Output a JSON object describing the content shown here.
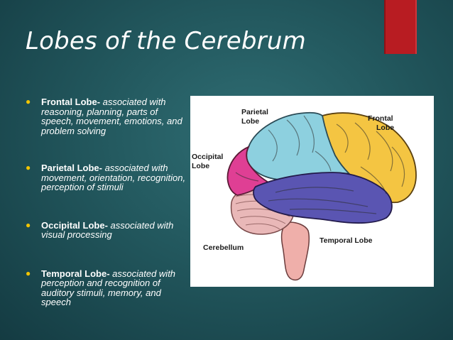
{
  "slide": {
    "title": "Lobes of the Cerebrum",
    "accent_color": "#b81c22",
    "bullet_color": "#f2c400",
    "bullets": [
      {
        "term": "Frontal Lobe-",
        "description": " associated with reasoning, planning, parts of speech, movement, emotions, and problem solving"
      },
      {
        "term": "Parietal Lobe-",
        "description": " associated with movement, orientation, recognition, perception of stimuli"
      },
      {
        "term": "Occipital Lobe-",
        "description": " associated with visual processing"
      },
      {
        "term": "Temporal Lobe-",
        "description": " associated with perception and recognition of auditory stimuli, memory, and speech"
      }
    ]
  },
  "diagram": {
    "labels": {
      "parietal_line1": "Parietal",
      "parietal_line2": "Lobe",
      "frontal_line1": "Frontal",
      "frontal_line2": "Lobe",
      "occipital_line1": "Occipital",
      "occipital_line2": "Lobe",
      "temporal": "Temporal Lobe",
      "cerebellum": "Cerebellum"
    },
    "colors": {
      "frontal": "#f4c542",
      "parietal": "#8dd0df",
      "occipital": "#df3f94",
      "temporal": "#5a55b2",
      "cerebellum": "#e9b8b8",
      "brainstem": "#efafaa"
    }
  }
}
